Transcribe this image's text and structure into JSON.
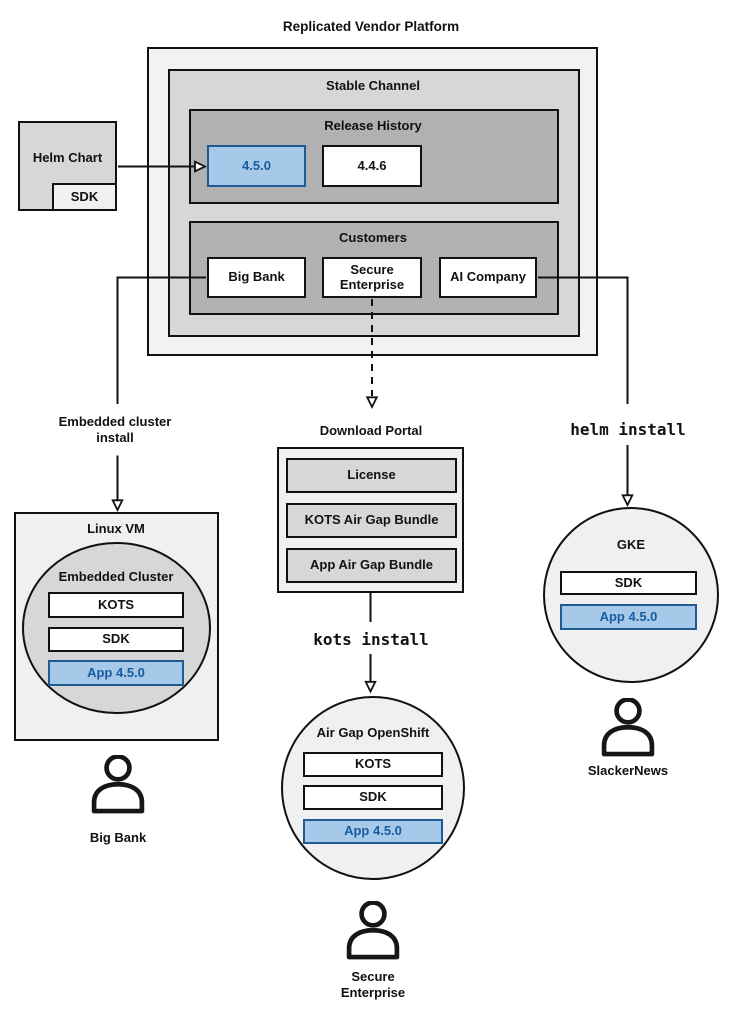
{
  "title": "Replicated Vendor Platform",
  "colors": {
    "highlight_fill": "#a6c8e9",
    "highlight_border": "#1e5a94",
    "highlight_text": "#185c9e"
  },
  "platform": {
    "stable_channel": "Stable Channel",
    "release_history": {
      "label": "Release History",
      "releases": [
        {
          "version": "4.5.0",
          "highlighted": true
        },
        {
          "version": "4.4.6",
          "highlighted": false
        }
      ]
    },
    "customers": {
      "label": "Customers",
      "items": [
        "Big Bank",
        "Secure Enterprise",
        "AI Company"
      ]
    }
  },
  "helm_chart": {
    "label": "Helm Chart",
    "sdk": "SDK"
  },
  "edges": {
    "embedded_cluster_install": "Embedded cluster install",
    "helm_install": "helm install",
    "kots_install": "kots install"
  },
  "download_portal": {
    "label": "Download Portal",
    "items": [
      "License",
      "KOTS Air Gap Bundle",
      "App Air Gap Bundle"
    ]
  },
  "linux_vm": {
    "label": "Linux VM",
    "embedded_cluster": {
      "label": "Embedded Cluster",
      "stack": [
        "KOTS",
        "SDK",
        "App 4.5.0"
      ]
    }
  },
  "air_gap_openshift": {
    "label": "Air Gap OpenShift",
    "stack": [
      "KOTS",
      "SDK",
      "App 4.5.0"
    ]
  },
  "gke": {
    "label": "GKE",
    "stack": [
      "SDK",
      "App 4.5.0"
    ]
  },
  "users": {
    "big_bank": "Big Bank",
    "secure_enterprise": "Secure Enterprise",
    "slackernews": "SlackerNews"
  }
}
